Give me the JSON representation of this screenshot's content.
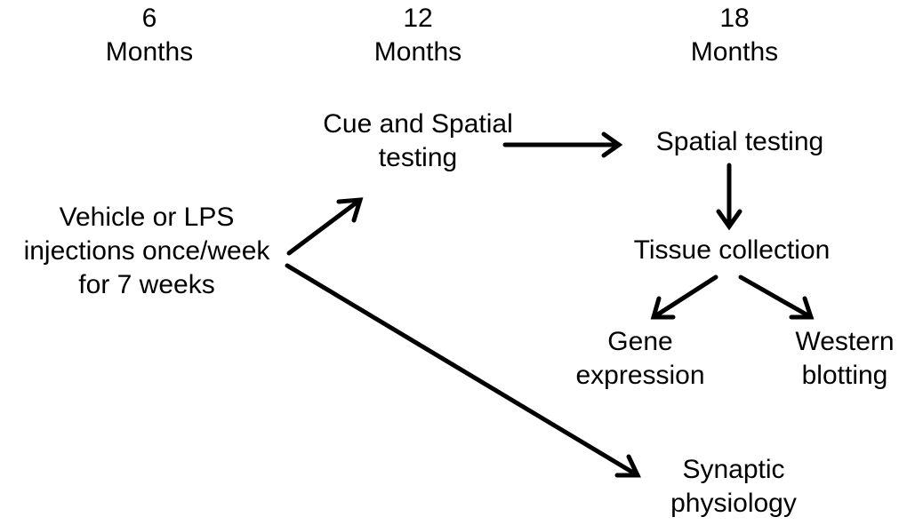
{
  "timeline": [
    {
      "number": "6",
      "unit": "Months"
    },
    {
      "number": "12",
      "unit": "Months"
    },
    {
      "number": "18",
      "unit": "Months"
    }
  ],
  "nodes": {
    "injections": [
      "Vehicle or LPS",
      "injections once/week",
      "for 7 weeks"
    ],
    "cue_spatial": [
      "Cue and Spatial",
      "testing"
    ],
    "spatial_testing": [
      "Spatial testing"
    ],
    "tissue_collection": [
      "Tissue collection"
    ],
    "gene_expression": [
      "Gene",
      "expression"
    ],
    "western_blotting": [
      "Western",
      "blotting"
    ],
    "synaptic_physiology": [
      "Synaptic",
      "physiology"
    ]
  },
  "colors": {
    "text": "#000000",
    "arrow": "#000000",
    "background": "#ffffff"
  }
}
